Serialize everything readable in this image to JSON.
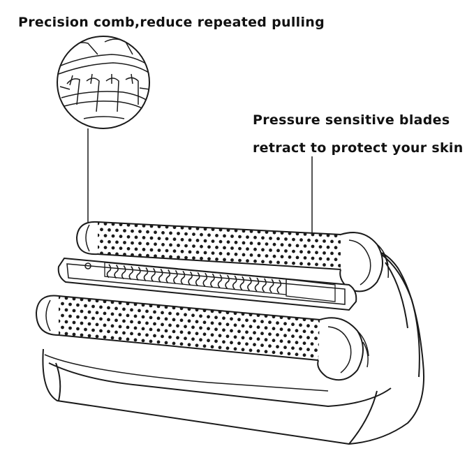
{
  "captions": {
    "comb": "Precision comb,reduce repeated pulling",
    "blades_line1": "Pressure sensitive blades",
    "blades_line2": "retract to protect your skin"
  },
  "colors": {
    "line": "#1a1a1a",
    "background": "#ffffff",
    "foil_holes": "#1a1a1a"
  }
}
